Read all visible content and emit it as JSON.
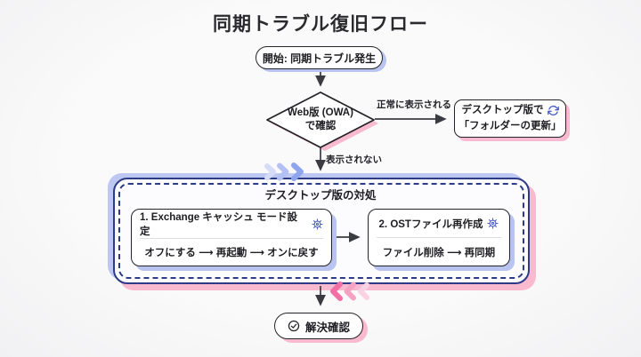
{
  "title": "同期トラブル復旧フロー",
  "nodes": {
    "start": {
      "label": "開始: 同期トラブル発生"
    },
    "decision": {
      "line1": "Web版 (OWA)",
      "line2": "で確認"
    },
    "refresh_box": {
      "line1": "デスクトップ版で",
      "line2": "「フォルダーの更新」",
      "icon": "refresh-icon"
    },
    "group": {
      "title": "デスクトップ版の対処"
    },
    "step1": {
      "title": "1. Exchange キャッシュ モード設定",
      "body": "オフにする ⟶ 再起動 ⟶ オンに戻す",
      "icon": "gear-icon"
    },
    "step2": {
      "title": "2. OSTファイル再作成",
      "body": "ファイル削除 ⟶ 再同期",
      "icon": "gear-icon"
    },
    "end": {
      "label": "解決確認",
      "icon": "check-circle-icon"
    }
  },
  "edges": {
    "success_label": "正常に表示される",
    "fail_label": "表示されない"
  },
  "colors": {
    "background": "#f8f8f8",
    "node_border": "#232329",
    "text": "#1d1d22",
    "group_border": "#2d3a87",
    "shadow_blue": "#b9c3ef",
    "shadow_pink": "#f9bacf",
    "accent_blue": "#4a5ec4",
    "arrow": "#3b3b42",
    "chevron_blue": "#8fa4ef",
    "chevron_pink": "#f26ea4"
  }
}
